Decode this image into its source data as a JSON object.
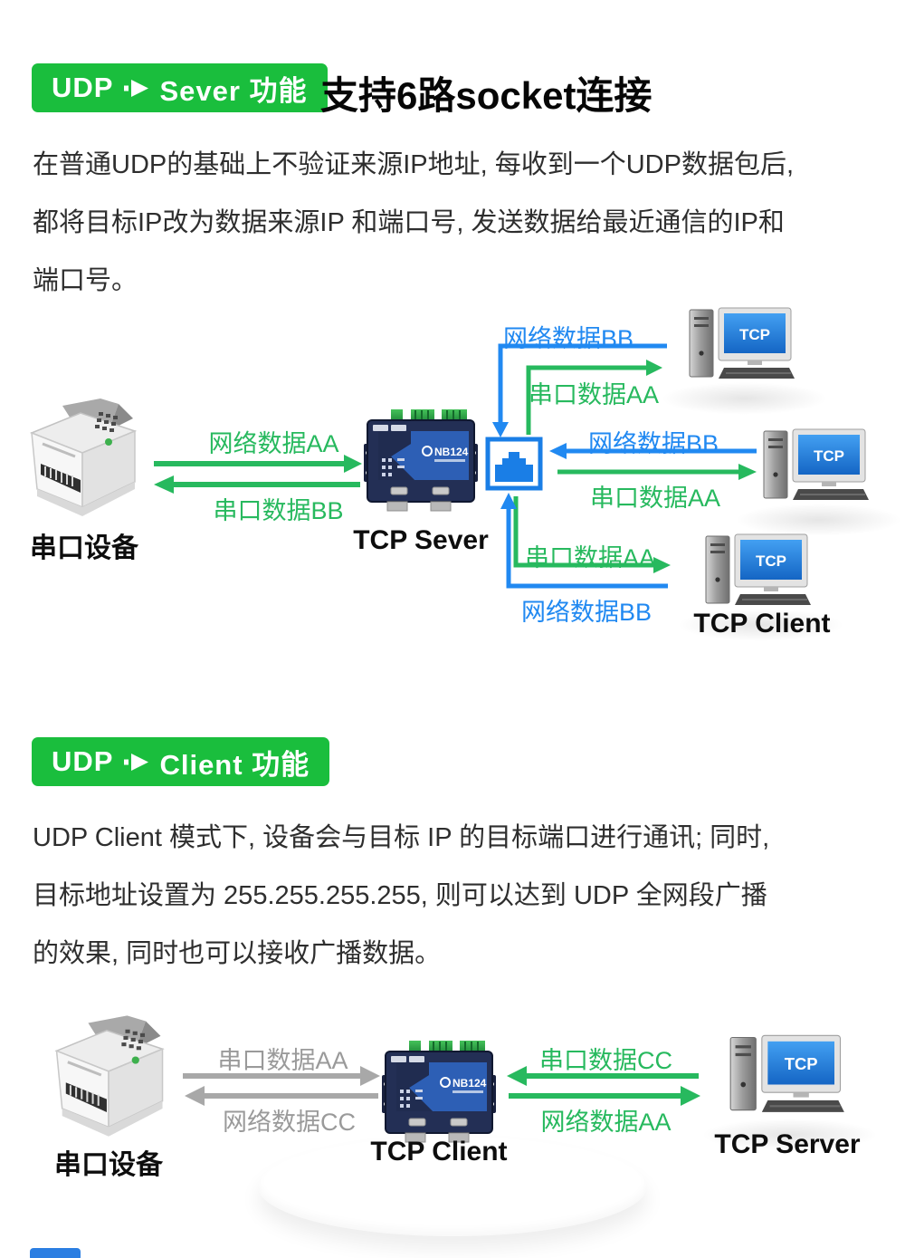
{
  "colors": {
    "badge_green": "#1abe3d",
    "arrow_green": "#27b95e",
    "arrow_blue": "#2189f1",
    "arrow_gray": "#a8a8a8",
    "switch_blue": "#1a7ee6",
    "pc_screen_blue": "#1e78d7",
    "accent_bar_blue": "#2b7ee2"
  },
  "common": {
    "pc_screen": "TCP",
    "device_model": "NB124"
  },
  "sec1": {
    "badge_prefix": "UDP",
    "badge_suffix": "Sever 功能",
    "title": "支持6路socket连接",
    "para": [
      "在普通UDP的基础上不验证来源IP地址, 每收到一个UDP数据包后,",
      "都将目标IP改为数据来源IP 和端口号, 发送数据给最近通信的IP和",
      "端口号。"
    ],
    "diagram": {
      "serial_caption": "串口设备",
      "server_caption": "TCP Sever",
      "client_caption": "TCP Client",
      "arrow_net_aa": "网络数据AA",
      "arrow_serial_bb": "串口数据BB",
      "arrow_top_net_bb": "网络数据BB",
      "arrow_top_serial_aa": "串口数据AA",
      "arrow_mid_net_bb": "网络数据BB",
      "arrow_mid_serial_aa": "串口数据AA",
      "arrow_bot_serial_aa": "串口数据AA",
      "arrow_bot_net_bb": "网络数据BB"
    }
  },
  "sec2": {
    "badge_prefix": "UDP",
    "badge_suffix": "Client 功能",
    "para": [
      "UDP Client 模式下, 设备会与目标 IP 的目标端口进行通讯; 同时,",
      "目标地址设置为 255.255.255.255,   则可以达到 UDP 全网段广播",
      "的效果, 同时也可以接收广播数据。"
    ],
    "diagram": {
      "serial_caption": "串口设备",
      "client_caption": "TCP Client",
      "server_caption": "TCP Server",
      "arrow_serial_aa": "串口数据AA",
      "arrow_net_cc": "网络数据CC",
      "arrow_serial_cc": "串口数据CC",
      "arrow_net_aa": "网络数据AA"
    }
  }
}
